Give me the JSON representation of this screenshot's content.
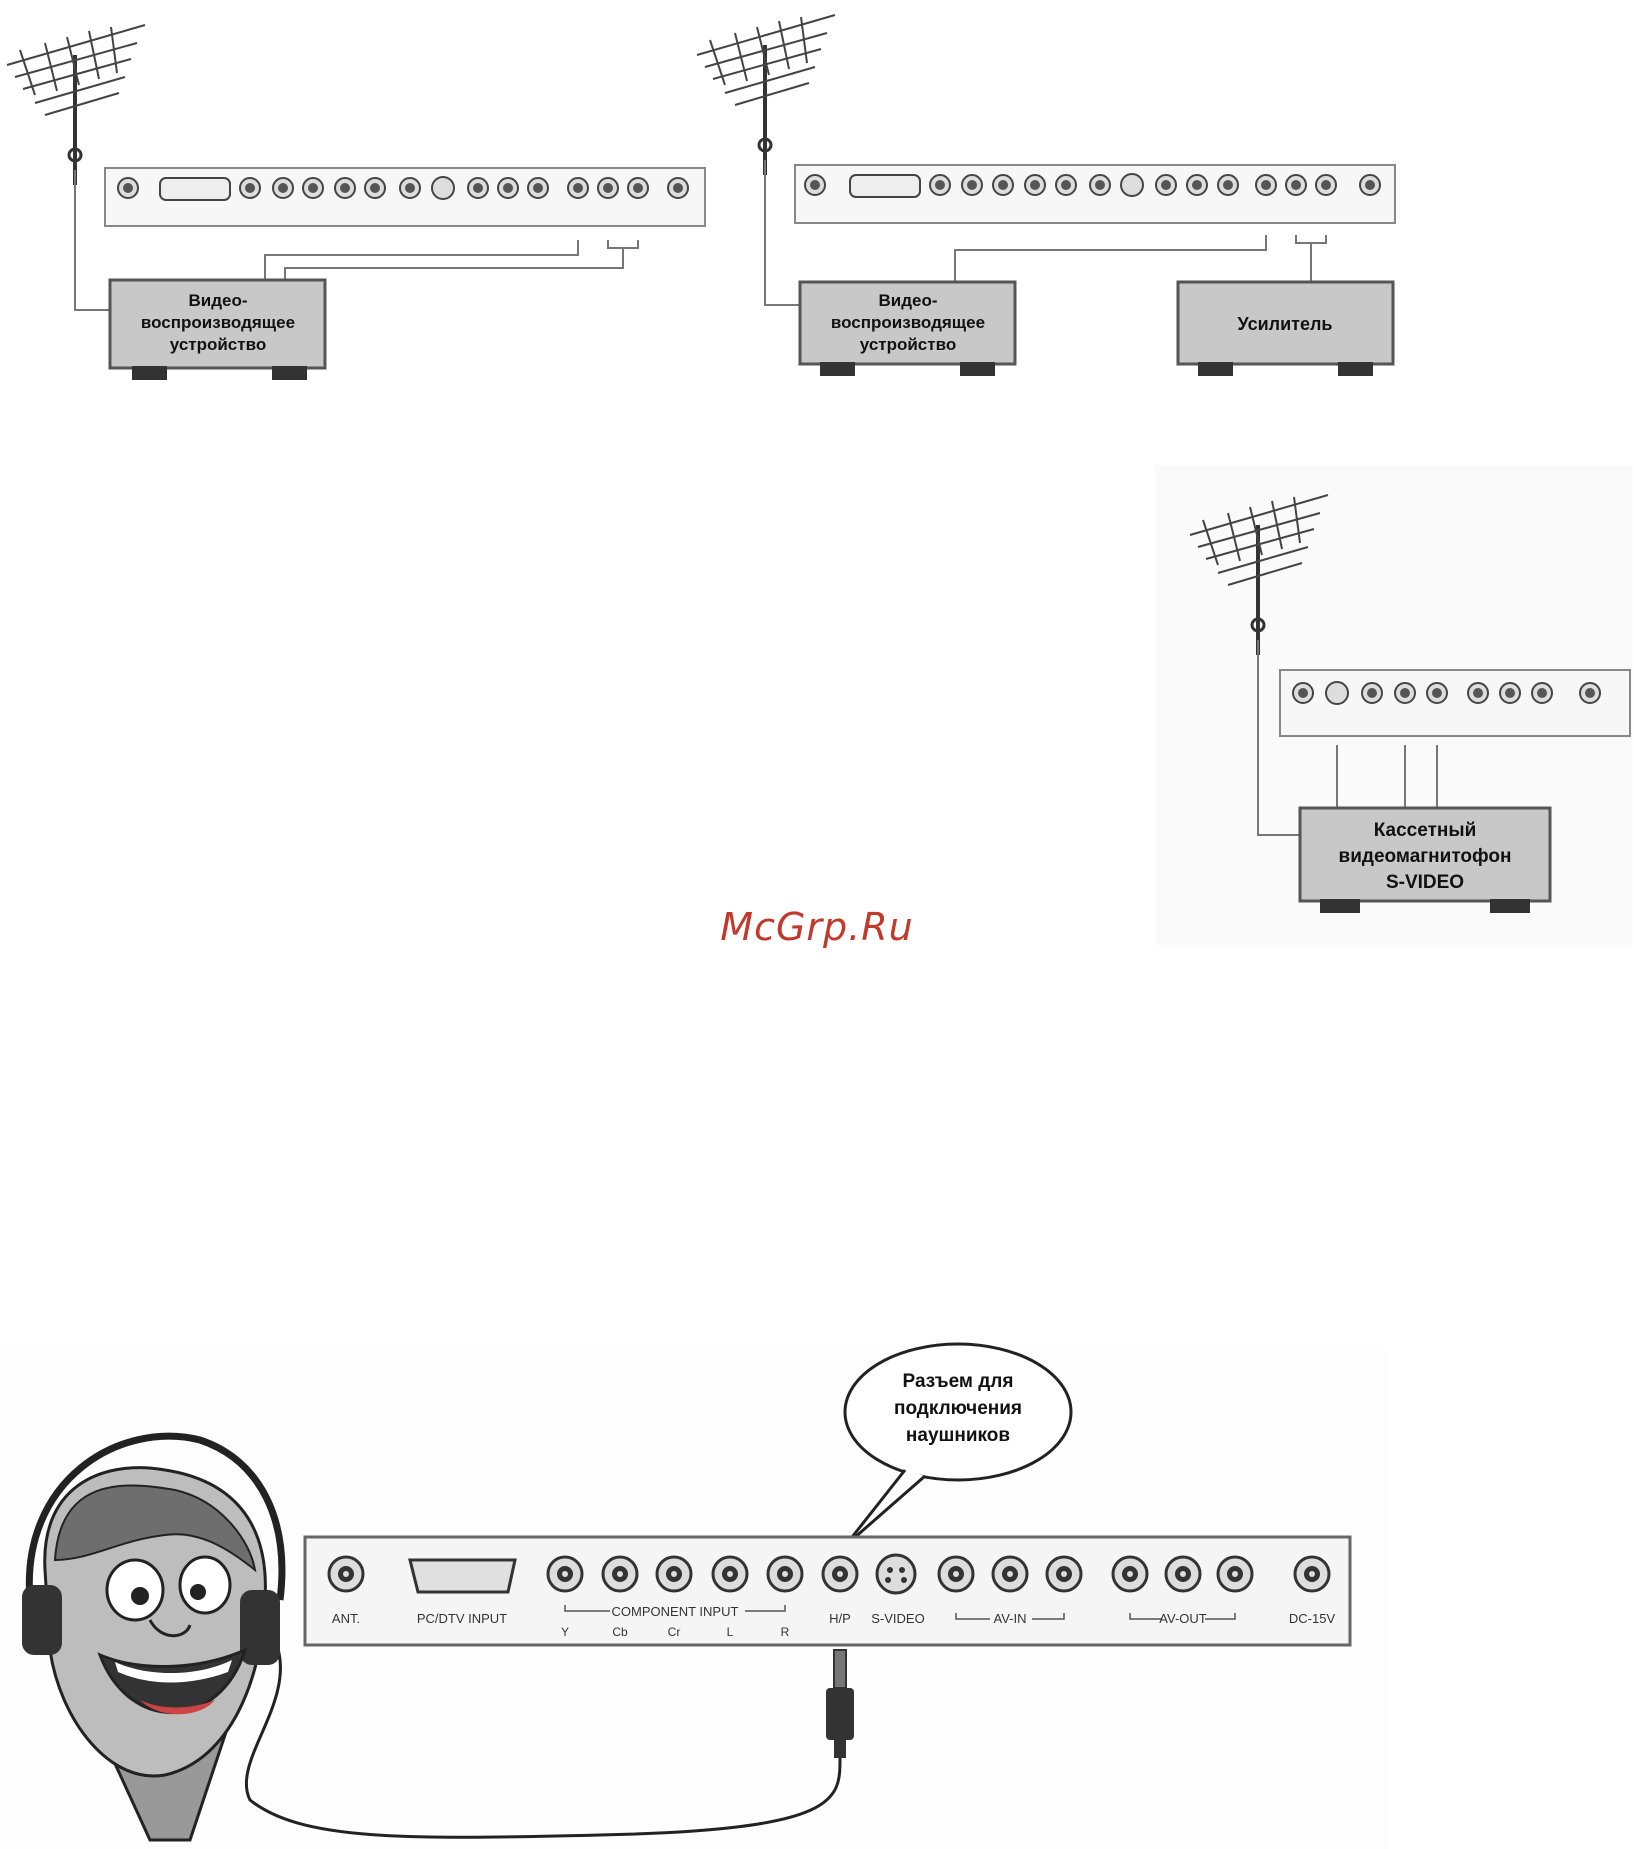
{
  "diagram1": {
    "device_label_lines": [
      "Видео-",
      "воспроизводящее",
      "устройство"
    ]
  },
  "diagram2": {
    "device_label_lines": [
      "Видео-",
      "воспроизводящее",
      "устройство"
    ],
    "amplifier_label": "Усилитель"
  },
  "diagram3": {
    "vcr_label_lines": [
      "Кассетный",
      "видеомагнитофон",
      "S-VIDEO"
    ]
  },
  "watermark": "McGrp.Ru",
  "headphones": {
    "callout_lines": [
      "Разъем для",
      "подключения",
      "наушников"
    ],
    "panel_labels": {
      "ant": "ANT.",
      "pc_dtv": "PC/DTV INPUT",
      "component": "COMPONENT INPUT",
      "comp_y": "Y",
      "comp_cb": "Cb",
      "comp_cr": "Cr",
      "comp_l": "L",
      "comp_r": "R",
      "hp": "H/P",
      "svideo": "S-VIDEO",
      "av_in": "AV-IN",
      "av_out": "AV-OUT",
      "dc": "DC-15V"
    }
  }
}
